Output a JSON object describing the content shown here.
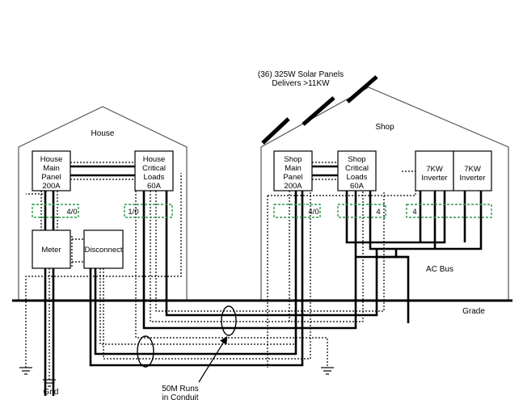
{
  "buildings": {
    "house": "House",
    "shop": "Shop"
  },
  "solar": {
    "line1": "(36) 325W Solar Panels",
    "line2": "Delivers >11KW"
  },
  "panels": {
    "house_main": [
      "House",
      "Main",
      "Panel",
      "200A"
    ],
    "house_critical": [
      "House",
      "Critical",
      "Loads",
      "60A"
    ],
    "meter": "Meter",
    "disconnect": "Disconnect",
    "shop_main": [
      "Shop",
      "Main",
      "Panel",
      "200A"
    ],
    "shop_critical": [
      "Shop",
      "Critical",
      "Loads",
      "60A"
    ],
    "inverter1": [
      "7KW",
      "Inverter"
    ],
    "inverter2": [
      "7KW",
      "Inverter"
    ]
  },
  "wire_sizes": {
    "house_main": "4/0",
    "house_critical": "1/0",
    "shop_main": "4/0",
    "shop_critical": "4",
    "inverters": "4"
  },
  "labels": {
    "ac_bus": "AC Bus",
    "grade": "Grade",
    "grid": "Grid",
    "runs_line1": "50M Runs",
    "runs_line2": "in Conduit"
  }
}
